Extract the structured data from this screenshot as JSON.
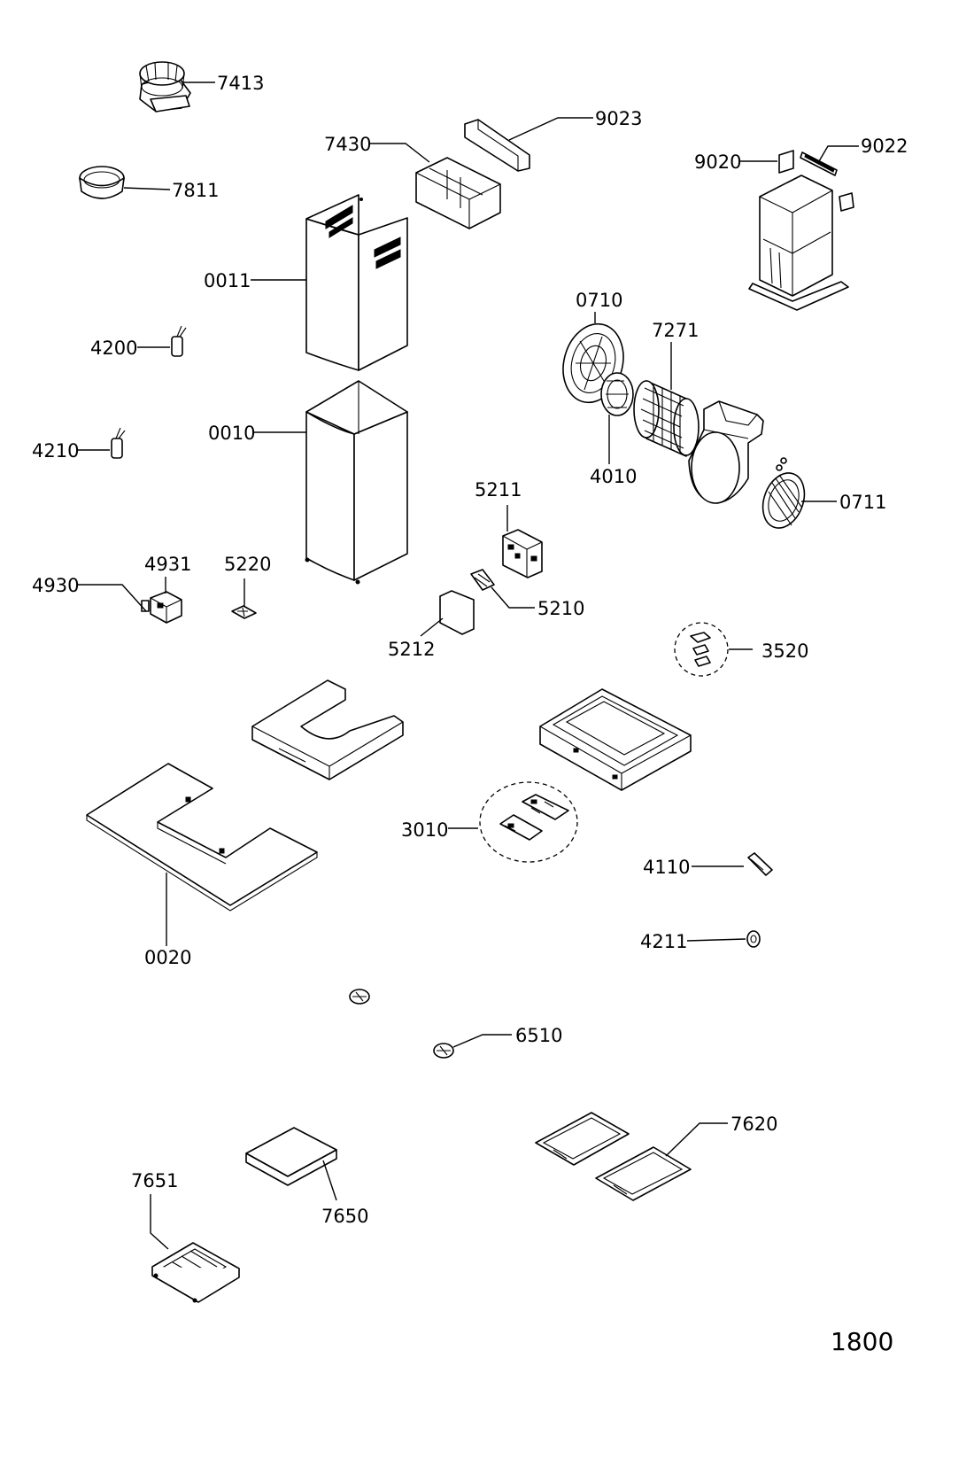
{
  "parts": {
    "p7413": "7413",
    "p9023": "9023",
    "p7430": "7430",
    "p9020": "9020",
    "p9022": "9022",
    "p7811": "7811",
    "p0011": "0011",
    "p0710": "0710",
    "p7271": "7271",
    "p4200": "4200",
    "p0010": "0010",
    "p4210": "4210",
    "p4010": "4010",
    "p0711": "0711",
    "p5211": "5211",
    "p4931": "4931",
    "p5220": "5220",
    "p4930": "4930",
    "p5210": "5210",
    "p5212": "5212",
    "p3520": "3520",
    "p3010": "3010",
    "p4110": "4110",
    "p0020": "0020",
    "p4211": "4211",
    "p6510": "6510",
    "p7620": "7620",
    "p7651": "7651",
    "p7650": "7650"
  },
  "page_number": "1800"
}
